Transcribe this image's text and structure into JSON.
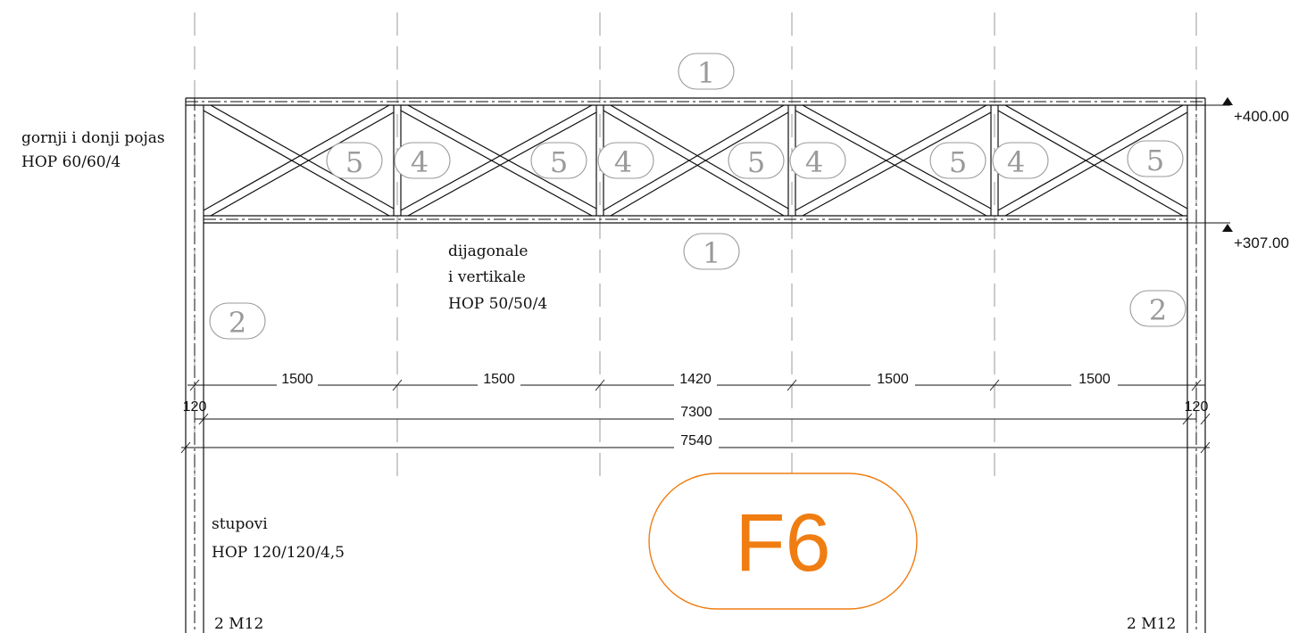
{
  "labels": {
    "chords": [
      "gornji i donji pojas",
      "HOP 60/60/4"
    ],
    "diagonals": [
      "dijagonale",
      "i vertikale",
      "HOP 50/50/4"
    ],
    "columns": [
      "stupovi",
      "HOP 120/120/4,5"
    ],
    "anchor_left": "2 M12",
    "anchor_right": "2 M12"
  },
  "elevations": {
    "top": "+400.00",
    "bottom": "+307.00"
  },
  "bubbles": {
    "chord_top": "1",
    "chord_bottom": "1",
    "column_left": "2",
    "column_right": "2",
    "vertical": "4",
    "diagonal": "5"
  },
  "dimensions": {
    "panels": [
      "1500",
      "1500",
      "1420",
      "1500",
      "1500"
    ],
    "edge_left": "120",
    "edge_right": "120",
    "inner_total": "7300",
    "outer_total": "7540"
  },
  "title": "F6",
  "colors": {
    "line": "#111111",
    "axis": "#9a9a9a",
    "title": "#f07d12"
  }
}
